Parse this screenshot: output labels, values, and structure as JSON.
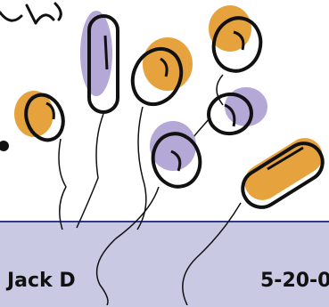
{
  "card": {
    "name": "Jack D",
    "date": "5-20-0"
  },
  "colors": {
    "orange": "#e6a23c",
    "purple": "#b3a8d6",
    "ink": "#111111",
    "band": "#c9c9e3",
    "band_line": "#2f3a8f"
  },
  "balloons": [
    {
      "name": "orange",
      "fill": "orange"
    },
    {
      "name": "purple-tall",
      "fill": "purple"
    },
    {
      "name": "orange",
      "fill": "orange"
    },
    {
      "name": "orange-top",
      "fill": "orange"
    },
    {
      "name": "purple-mid",
      "fill": "purple"
    },
    {
      "name": "purple-low",
      "fill": "purple"
    },
    {
      "name": "orange-long",
      "fill": "orange"
    }
  ]
}
